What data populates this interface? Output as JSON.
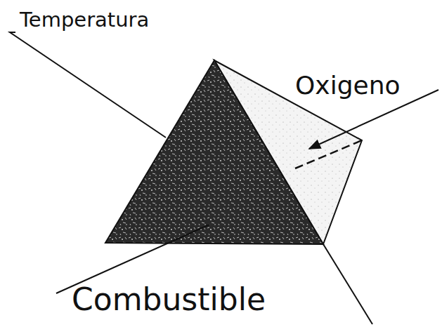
{
  "diagram": {
    "labels": [
      "Temperatura",
      "Oxigeno",
      "Combustible"
    ]
  }
}
